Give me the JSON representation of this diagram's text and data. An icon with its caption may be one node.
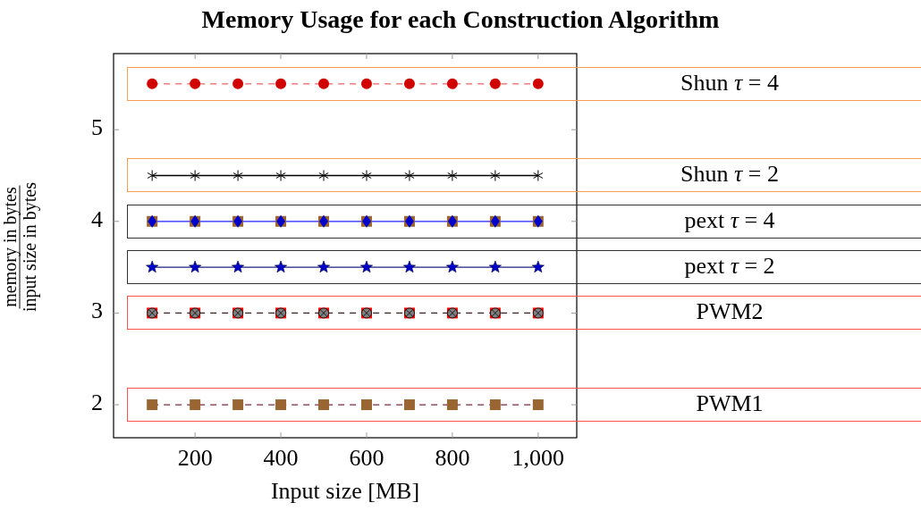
{
  "diagram": {
    "title": "Memory Usage for each Construction Algorithm",
    "labels": [
      "input size in bytes"
    ],
    "chart_data": {
      "type": "line",
      "xlabel": "Input size [MB]",
      "ylabel": "memory in bytes",
      "x": [
        100,
        200,
        300,
        400,
        500,
        600,
        700,
        800,
        900,
        1000
      ],
      "xlim": [
        10,
        1090
      ],
      "ylim": [
        1.64,
        5.83
      ],
      "xticks": [
        200,
        400,
        600,
        800,
        {
          "value": 1000,
          "label": "1,000"
        }
      ],
      "yticks": [
        2,
        3,
        4,
        5
      ],
      "series": [
        {
          "name": "Shun *τ* = 4",
          "color": "#f06060",
          "marker": "circle",
          "line_style": "dashed",
          "values": [
            5.5,
            5.5,
            5.5,
            5.5,
            5.5,
            5.5,
            5.5,
            5.5,
            5.5,
            5.5
          ]
        },
        {
          "name": "Shun *τ* = 2",
          "color": "#000000",
          "marker": "cross",
          "line_style": "solid",
          "values": [
            4.5,
            4.5,
            4.5,
            4.5,
            4.5,
            4.5,
            4.5,
            4.5,
            4.5,
            4.5
          ]
        },
        {
          "name": "pext *τ* = 4",
          "color": "#2020ff",
          "marker": "square",
          "line_style": "solid",
          "values": [
            4,
            4,
            4,
            4,
            4,
            4,
            4,
            4,
            4,
            4
          ]
        },
        {
          "name": "pext *τ* = 2",
          "color": "#202080",
          "marker": "star",
          "line_style": "solid",
          "values": [
            3.5,
            3.5,
            3.5,
            3.5,
            3.5,
            3.5,
            3.5,
            3.5,
            3.5,
            3.5
          ]
        },
        {
          "name": "PWM2",
          "color": "#402020",
          "marker": "square",
          "line_style": "dashed",
          "values": [
            3,
            3,
            3,
            3,
            3,
            3,
            3,
            3,
            3,
            3
          ]
        },
        {
          "name": "PWM1",
          "color": "#7a2a3a",
          "marker": "square",
          "line_style": "dashed",
          "values": [
            2,
            2,
            2,
            2,
            2,
            2,
            2,
            2,
            2,
            2
          ]
        }
      ]
    }
  }
}
